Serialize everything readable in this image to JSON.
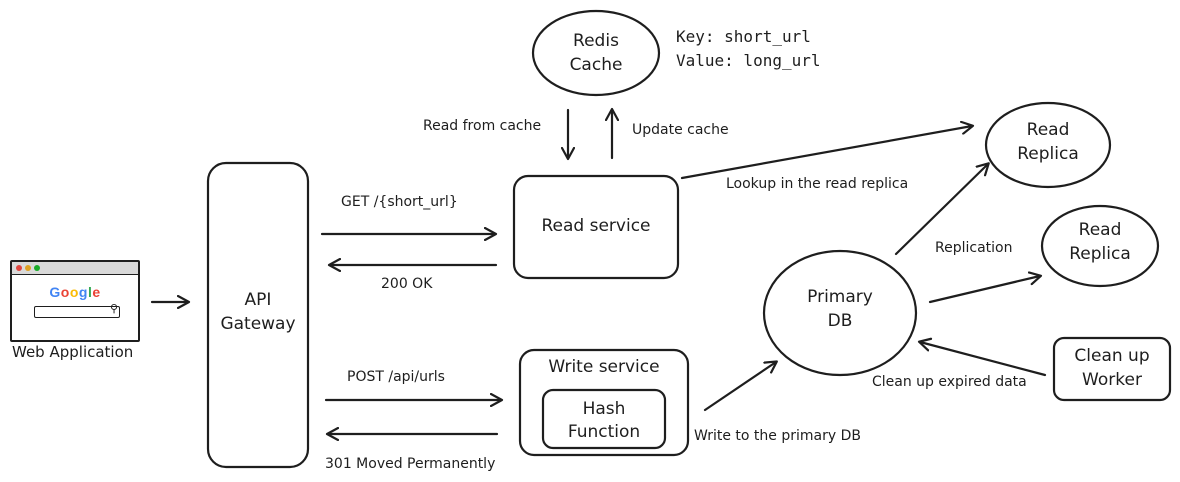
{
  "colors": {
    "ink": "#1e1e1e",
    "browser_bar": "#d9d9d9",
    "dot_red": "#e0443e",
    "dot_yellow": "#dea123",
    "dot_green": "#1aab29",
    "google_blue": "#4285f4",
    "google_red": "#ea4335",
    "google_yellow": "#fbbc05",
    "google_green": "#34a853"
  },
  "nodes": {
    "web_app": {
      "label": "Web Application",
      "logo_letters": [
        "G",
        "o",
        "o",
        "g",
        "l",
        "e"
      ]
    },
    "api_gateway": {
      "line1": "API",
      "line2": "Gateway"
    },
    "redis": {
      "line1": "Redis",
      "line2": "Cache"
    },
    "read_service": {
      "label": "Read service"
    },
    "write_service": {
      "label": "Write service"
    },
    "hash_function": {
      "line1": "Hash",
      "line2": "Function"
    },
    "primary_db": {
      "line1": "Primary",
      "line2": "DB"
    },
    "read_replica_1": {
      "line1": "Read",
      "line2": "Replica"
    },
    "read_replica_2": {
      "line1": "Read",
      "line2": "Replica"
    },
    "cleanup_worker": {
      "line1": "Clean up",
      "line2": "Worker"
    }
  },
  "notes": {
    "redis_key": "Key: short_url",
    "redis_value": "Value: long_url"
  },
  "edges": {
    "get_request": "GET /{short_url}",
    "ok_response": "200 OK",
    "post_request": "POST /api/urls",
    "moved_response": "301 Moved Permanently",
    "read_from_cache": "Read from cache",
    "update_cache": "Update cache",
    "lookup_replica": "Lookup in the read replica",
    "replication": "Replication",
    "write_primary": "Write to the primary DB",
    "clean_up": "Clean up expired data"
  }
}
